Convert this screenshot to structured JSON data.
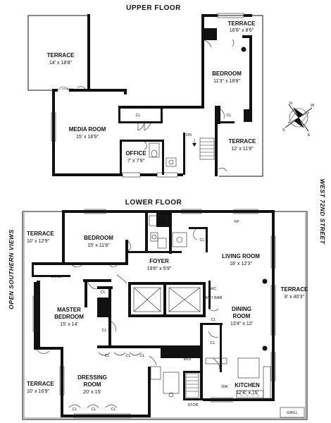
{
  "upper_floor": {
    "title": "UPPER FLOOR",
    "rooms": [
      {
        "name": "TERRACE",
        "dims": "14' x 18'8\""
      },
      {
        "name": "TERRACE",
        "dims": "16'8\" x 8'6\""
      },
      {
        "name": "BEDROOM",
        "dims": "11'3\" x 18'8\""
      },
      {
        "name": "MEDIA ROOM",
        "dims": "15' x 18'9\""
      },
      {
        "name": "OFFICE",
        "dims": "7' x 7'9\""
      },
      {
        "name": "TERRACE",
        "dims": "12' x 11'8\""
      }
    ],
    "closets": [
      "CL",
      "CL"
    ],
    "stair_label": "DN"
  },
  "lower_floor": {
    "title": "LOWER FLOOR",
    "rooms": [
      {
        "name": "TERRACE",
        "dims": "10' x 12'9\""
      },
      {
        "name": "BEDROOM",
        "dims": "15' x 11'6\""
      },
      {
        "name": "FOYER",
        "dims": "19'6\" x 5'9\""
      },
      {
        "name": "LIVING ROOM",
        "dims": "18' x 12'3\""
      },
      {
        "name": "MASTER",
        "name2": "BEDROOM",
        "dims": "15' x 14'"
      },
      {
        "name": "TERRACE",
        "dims": "8' x 40'3\""
      },
      {
        "name": "DINING",
        "name2": "ROOM",
        "dims": "13'4\" x 12'"
      },
      {
        "name": "TERRACE",
        "dims": "10' x 16'9\""
      },
      {
        "name": "DRESSING",
        "name2": "ROOM",
        "dims": "20' x 15'"
      },
      {
        "name": "KITCHEN",
        "dims": "12'4\" x 15'"
      }
    ],
    "small_labels": {
      "wic": "W.I.C.",
      "fp": "FP",
      "wc": "WC",
      "wet_bar": "WET BAR",
      "wd": "W/D",
      "dw": "DW",
      "stor": "STOR",
      "grill": "GRILL",
      "cl": "CL"
    }
  },
  "side_labels": {
    "left": "OPEN SOUTHERN VIEWS",
    "right": "WEST 72ND STREET"
  },
  "compass": {
    "n": "N",
    "s": "S",
    "e": "E",
    "w": "W"
  }
}
